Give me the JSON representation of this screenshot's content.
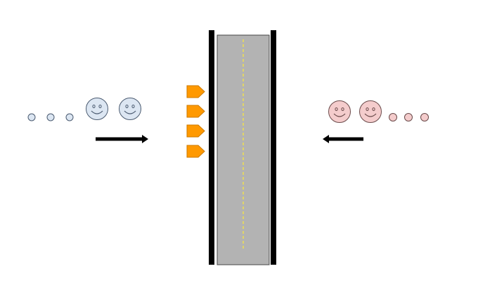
{
  "scene": {
    "background": "#ffffff",
    "road": {
      "fill": "#b3b3b3",
      "edge": "#000000",
      "center_line": "#ffeb3b"
    },
    "markers": {
      "fill": "#ff9900",
      "stroke": "#cc7a00",
      "count": 4
    },
    "left_group": {
      "color_fill": "#dce6f2",
      "color_stroke": "#4a5a70",
      "faces": 2,
      "dots": 3,
      "arrow_direction": "right",
      "icon": "smiley-face-icon"
    },
    "right_group": {
      "color_fill": "#f4cccc",
      "color_stroke": "#6a4a4a",
      "faces": 2,
      "dots": 3,
      "arrow_direction": "left",
      "icon": "smiley-face-icon"
    },
    "arrow_color": "#000000"
  }
}
